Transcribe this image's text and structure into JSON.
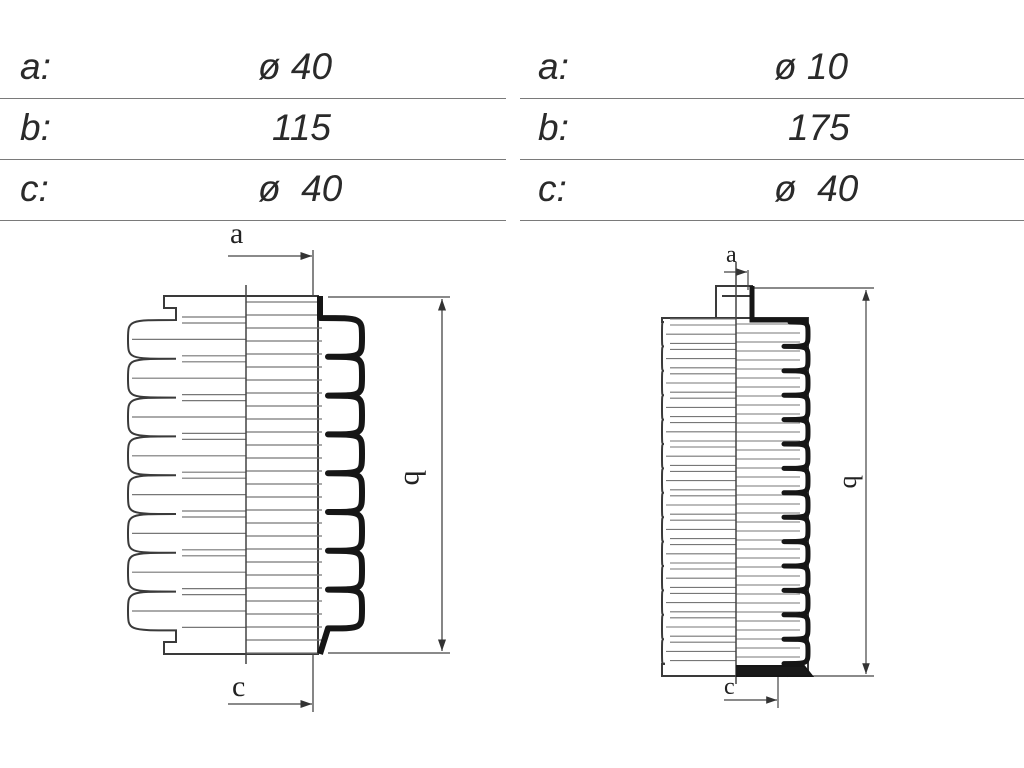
{
  "specs_left": [
    {
      "key": "a:",
      "value": "ø 40"
    },
    {
      "key": "b:",
      "value": "115"
    },
    {
      "key": "c:",
      "value": "ø  40"
    }
  ],
  "specs_right": [
    {
      "key": "a:",
      "value": "ø 10"
    },
    {
      "key": "b:",
      "value": "175"
    },
    {
      "key": "c:",
      "value": "ø  40"
    }
  ],
  "drawing": {
    "left_boot": {
      "label_a": "a",
      "label_b": "b",
      "label_c": "c"
    },
    "right_boot": {
      "label_a": "a",
      "label_b": "b",
      "label_c": "c"
    }
  },
  "colors": {
    "line": "#3a3a3a",
    "profile": "#1a1a1a",
    "rule": "#7a7a7a"
  }
}
